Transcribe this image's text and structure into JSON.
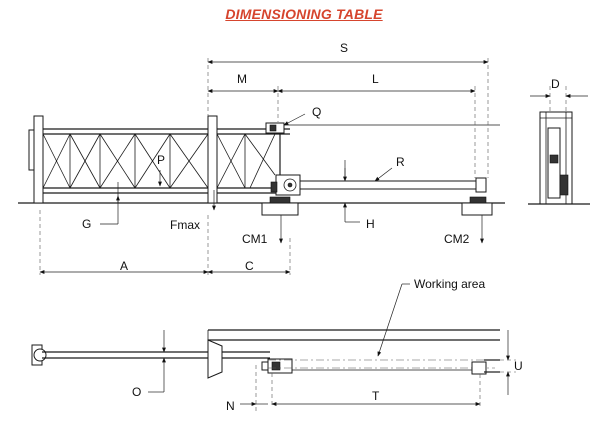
{
  "title": "DIMENSIONING TABLE",
  "labels": {
    "S": "S",
    "M": "M",
    "L": "L",
    "D": "D",
    "Q": "Q",
    "P": "P",
    "R": "R",
    "G": "G",
    "Fmax": "Fmax",
    "CM1": "CM1",
    "H": "H",
    "CM2": "CM2",
    "A": "A",
    "C": "C",
    "working_area": "Working area",
    "O": "O",
    "N": "N",
    "T": "T",
    "U": "U"
  },
  "colors": {
    "title": "#d6452e",
    "line": "#1a1a1a"
  }
}
